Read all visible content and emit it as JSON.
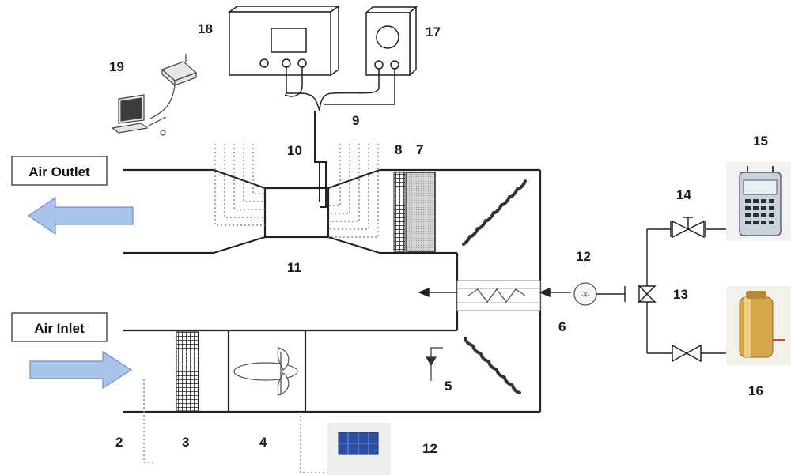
{
  "labels": {
    "air_outlet": "Air Outlet",
    "air_inlet": "Air Inlet",
    "n2": "2",
    "n3": "3",
    "n4": "4",
    "n5": "5",
    "n6": "6",
    "n7": "7",
    "n8": "8",
    "n9": "9",
    "n10": "10",
    "n11": "11",
    "n12_top": "12",
    "n12_bottom": "12",
    "n13": "13",
    "n14": "14",
    "n15": "15",
    "n16": "16",
    "n17": "17",
    "n18": "18",
    "n19": "19"
  },
  "colors": {
    "arrow_fill": "#a8c4e8",
    "arrow_stroke": "#6f93c4",
    "duct_line": "#222222",
    "filter_gray": "#cfcfcf",
    "controller_blue": "#2b4fa3",
    "tank_amber": "#d7a54a"
  },
  "icons": {
    "computer": "computer-icon",
    "router": "router-icon",
    "fan": "fan-blade-icon",
    "heater": "heater-coil-icon",
    "valve": "valve-icon",
    "three_way_valve": "three-way-valve-icon",
    "flow_meter": "flow-meter-icon",
    "gas_analyzer": "gas-analyzer-icon",
    "gas_cylinder": "gas-cylinder-icon",
    "data_logger": "data-logger-icon",
    "manometer": "manometer-icon",
    "controller": "controller-icon"
  }
}
